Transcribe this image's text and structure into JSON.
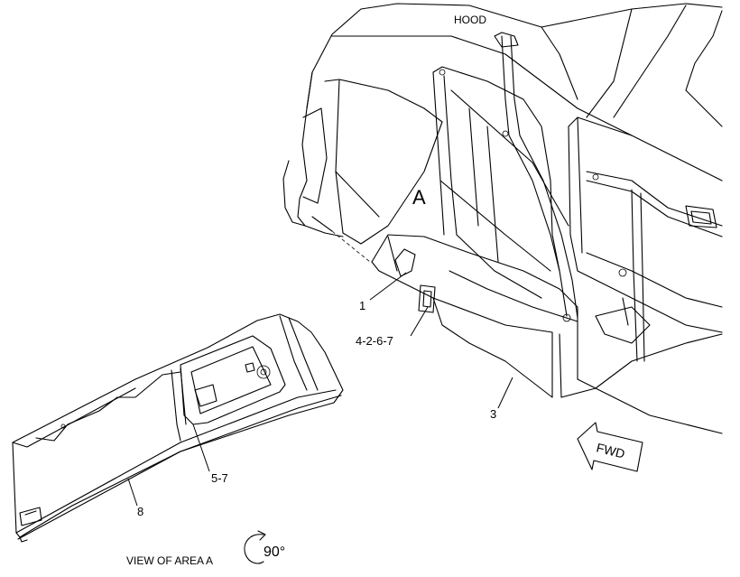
{
  "labels": {
    "hood": "HOOD",
    "area": "A",
    "view": "VIEW OF AREA  A",
    "rotation": "90°",
    "fwd": "FWD"
  },
  "callouts": [
    "1",
    "4-2-6-7",
    "3",
    "5-7",
    "8"
  ]
}
